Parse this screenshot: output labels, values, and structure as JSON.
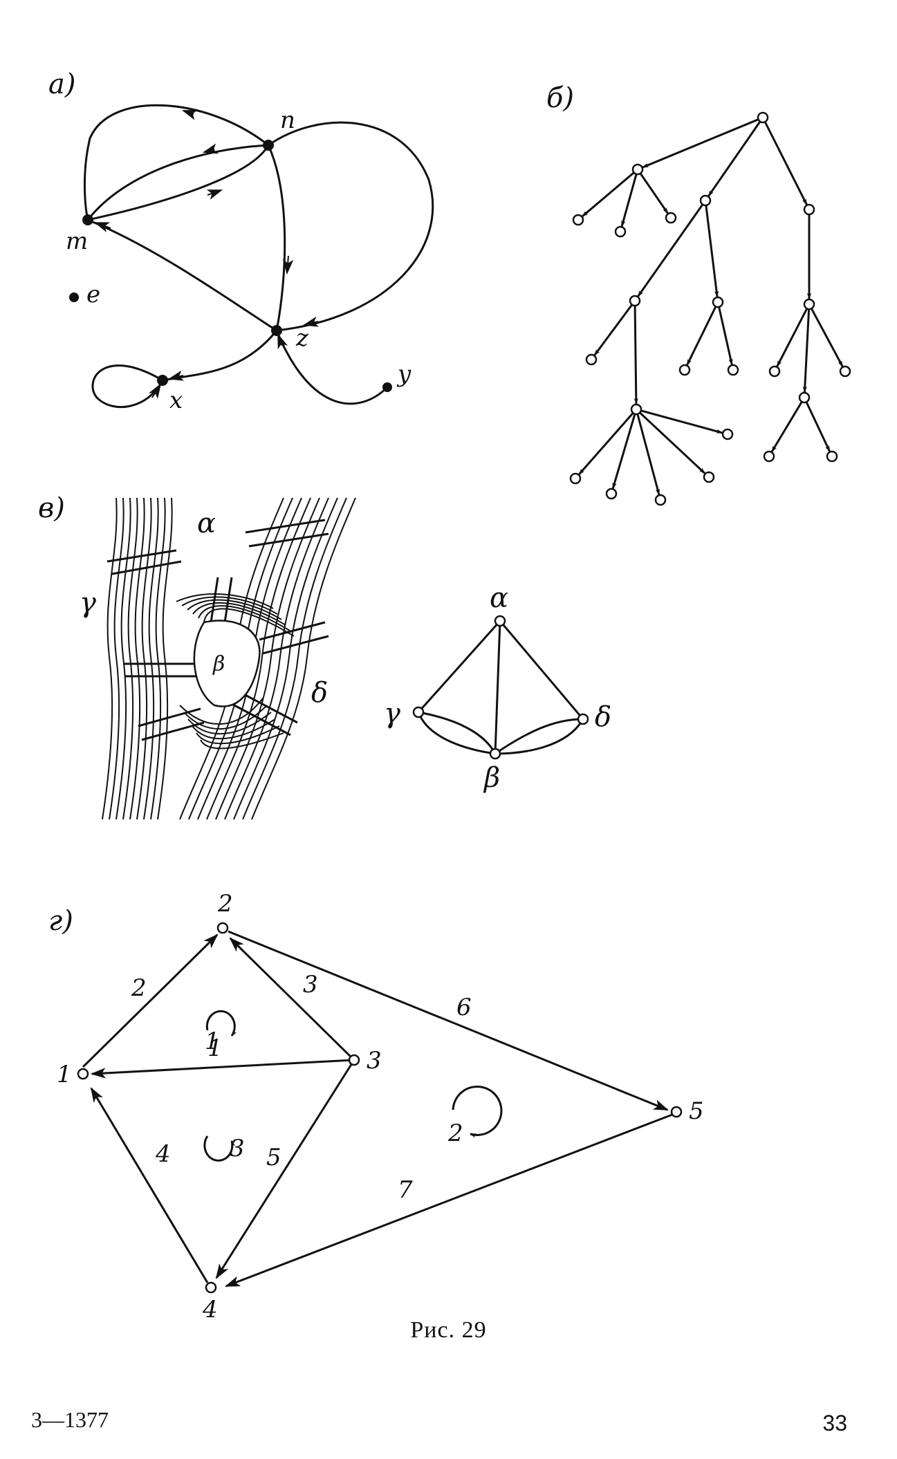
{
  "panels": {
    "a": {
      "letter": "а)",
      "nodes": {
        "n": "n",
        "m": "m",
        "e": "e",
        "z": "z",
        "y": "y",
        "x": "x"
      }
    },
    "b": {
      "letter": "б)"
    },
    "v": {
      "letter": "в)",
      "nodes": {
        "alpha": "α",
        "beta": "β",
        "gamma": "γ",
        "delta": "δ"
      }
    },
    "g": {
      "letter": "г)",
      "vertices": [
        "1",
        "2",
        "3",
        "4",
        "5"
      ],
      "edges": [
        "1",
        "2",
        "3",
        "4",
        "5",
        "6",
        "7"
      ],
      "cycles": [
        "1",
        "2",
        "3"
      ]
    }
  },
  "caption": "Рис. 29",
  "footer": {
    "left": "3—1377",
    "page_number": "33"
  }
}
